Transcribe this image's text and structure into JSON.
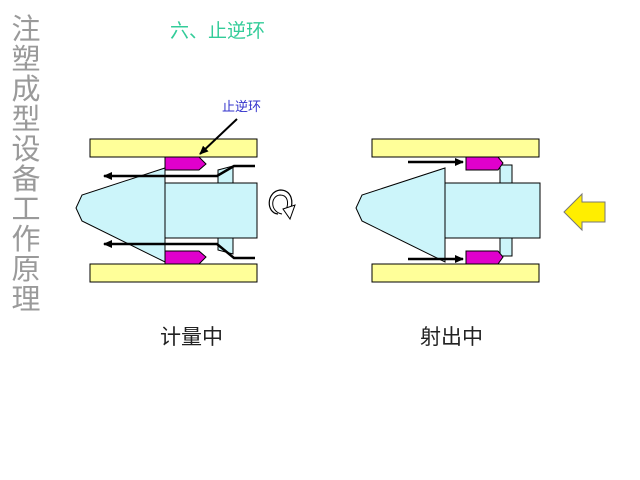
{
  "slide": {
    "vertical_title": "注塑成型设备工作原理",
    "section_title": "六、止逆环"
  },
  "diagram": {
    "ring_label": "止逆环",
    "caption_left": "计量中",
    "caption_right": "射出中"
  },
  "colors": {
    "barrel": "#ffff99",
    "screw": "#ccf5fa",
    "ring": "#e000cc",
    "arrow_fill": "#ffee00",
    "label_blue": "#3333cc",
    "title_green": "#33cc99",
    "title_gray": "#9a9a9a"
  }
}
